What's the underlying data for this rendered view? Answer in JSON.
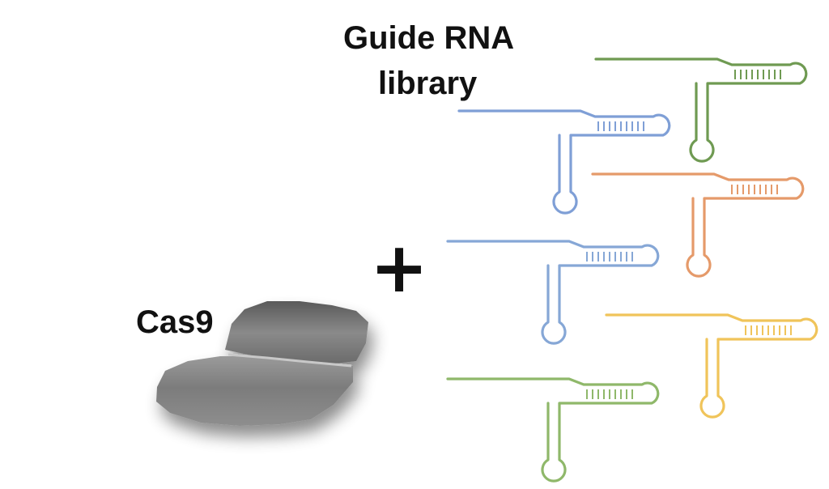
{
  "library_title_line1": "Guide RNA",
  "library_title_line2": "library",
  "plus_sign": "+",
  "cas9_label": "Cas9",
  "protein_color": "#7a7a7a",
  "guides": [
    {
      "color": "#6f9a52"
    },
    {
      "color": "#7f9fd6"
    },
    {
      "color": "#e59a6a"
    },
    {
      "color": "#86a7d6"
    },
    {
      "color": "#f0c45a"
    },
    {
      "color": "#8fb86a"
    }
  ]
}
